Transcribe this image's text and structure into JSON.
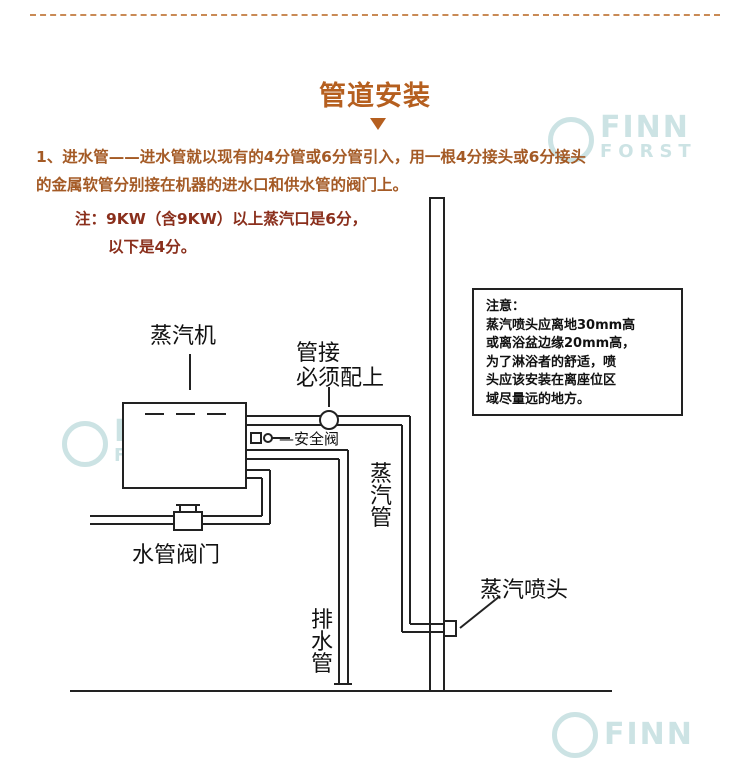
{
  "title": "管道安装",
  "paragraph": {
    "line1": "1、进水管——进水管就以现有的4分管或6分管引入，用一根4分接头或6分接头",
    "line2": "的金属软管分别接在机器的进水口和供水管的阀门上。"
  },
  "note": {
    "line1": "注：9KW（含9KW）以上蒸汽口是6分，",
    "line2": "以下是4分。"
  },
  "notice_box": {
    "heading": "注意：",
    "lines": [
      "蒸汽喷头应离地30mm高",
      "或离浴盆边缘20mm高，",
      "为了淋浴者的舒适，喷",
      "头应该安装在离座位区",
      "域尽量远的地方。"
    ]
  },
  "diagram": {
    "steam_machine": "蒸汽机",
    "pipe_fitting_line1": "管接",
    "pipe_fitting_line2": "必须配上",
    "safety_valve": "安全阀",
    "water_valve": "水管阀门",
    "steam_pipe": [
      "蒸",
      "汽",
      "管"
    ],
    "drain_pipe": [
      "排",
      "水",
      "管"
    ],
    "steam_nozzle": "蒸汽喷头"
  },
  "watermark": {
    "word1": "FINN",
    "word2": "FORST"
  },
  "colors": {
    "title": "#b55f1f",
    "text_brown": "#a45a25",
    "note_red": "#8a2f1c",
    "watermark": "#c7e0e2"
  }
}
